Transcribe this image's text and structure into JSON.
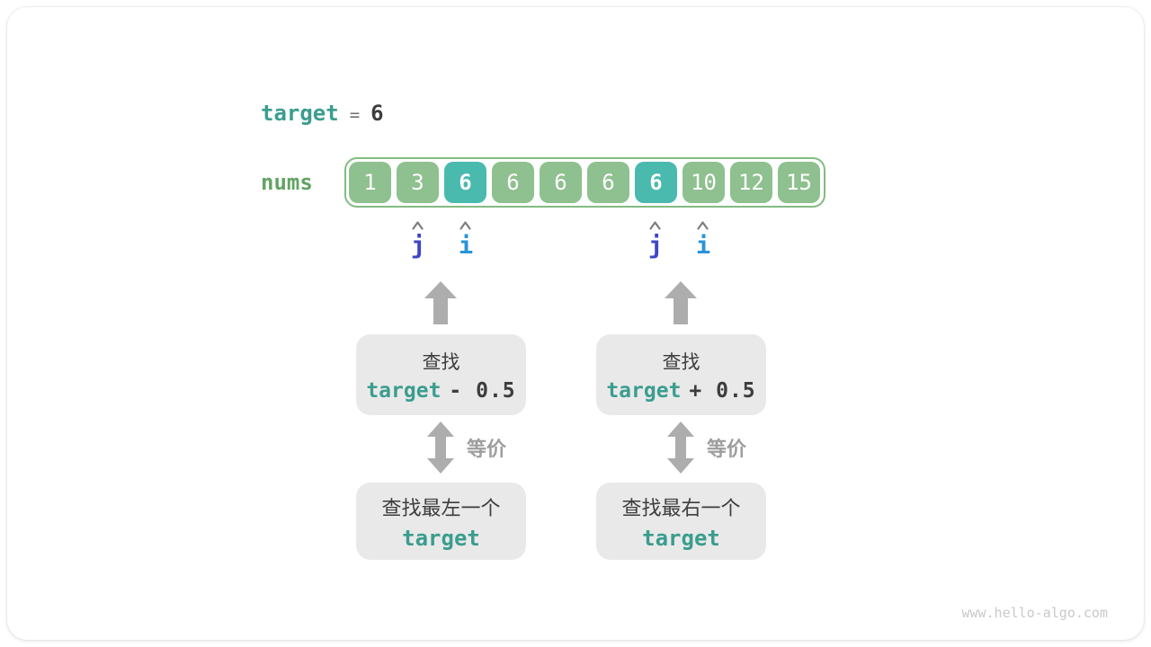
{
  "header": {
    "keyword": "target",
    "equals": "=",
    "value": "6"
  },
  "array": {
    "label": "nums",
    "cells": [
      "1",
      "3",
      "6",
      "6",
      "6",
      "6",
      "6",
      "10",
      "12",
      "15"
    ],
    "highlight_indices": [
      2,
      6
    ]
  },
  "pointers": {
    "left_j": "j",
    "left_i": "i",
    "right_j": "j",
    "right_i": "i"
  },
  "left_flow": {
    "search_line1": "查找",
    "expr_keyword": "target",
    "expr_op": "- 0.5",
    "equiv_label": "等价",
    "result_line1": "查找最左一个",
    "result_keyword": "target"
  },
  "right_flow": {
    "search_line1": "查找",
    "expr_keyword": "target",
    "expr_op": "+ 0.5",
    "equiv_label": "等价",
    "result_line1": "查找最右一个",
    "result_keyword": "target"
  },
  "watermark": "www.hello-algo.com",
  "colors": {
    "cell_green": "#8fc08f",
    "cell_teal": "#4ab9ae",
    "array_border": "#82bb82",
    "nums_green": "#63a363",
    "code_teal": "#3a9d8e",
    "dark_text": "#3d3d3d",
    "equals_gray": "#6e6e6e",
    "pointer_j": "#3c46c8",
    "pointer_i": "#2994d9",
    "arrow_gray": "#adadad",
    "equiv_gray": "#9e9e9e",
    "caret_gray": "#7d7d7d",
    "box_bg": "#e9e9e9",
    "watermark_gray": "#c9c9c9"
  }
}
